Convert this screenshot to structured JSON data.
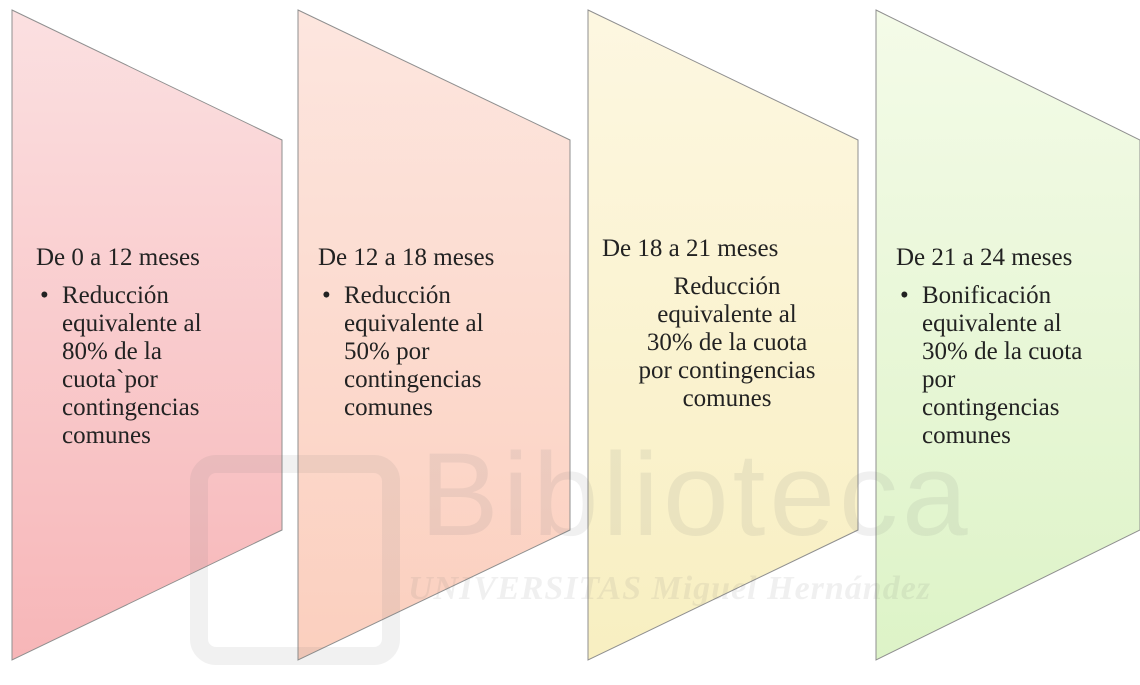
{
  "diagram": {
    "panels": [
      {
        "title": "De 0 a 12 meses",
        "bullet": true,
        "lines": [
          "Reducción",
          "equivalente al",
          "80% de la",
          "cuota`por",
          "contingencias",
          "comunes"
        ],
        "color_top": "#fbe0e1",
        "color_bottom": "#f7b6b8",
        "border": "#8f8f8f"
      },
      {
        "title": "De 12 a 18 meses",
        "bullet": true,
        "lines": [
          "Reducción",
          "equivalente al",
          "50% por",
          "contingencias",
          "comunes"
        ],
        "color_top": "#fde6df",
        "color_bottom": "#fbcfbe",
        "border": "#8f8f8f"
      },
      {
        "title": "De 18 a 21 meses",
        "bullet": false,
        "lines": [
          "Reducción",
          "equivalente al",
          "30% de la cuota",
          "por contingencias",
          "comunes"
        ],
        "color_top": "#fdf7e1",
        "color_bottom": "#f8efc1",
        "border": "#8f8f8f"
      },
      {
        "title": "De 21 a 24 meses",
        "bullet": true,
        "lines": [
          "Bonificación",
          "equivalente al",
          "30% de la cuota",
          "por",
          "contingencias",
          "comunes"
        ],
        "color_top": "#f4fbe8",
        "color_bottom": "#ddf3c7",
        "border": "#8f8f8f"
      }
    ],
    "bullet_char": "•"
  },
  "watermark": {
    "title": "Biblioteca",
    "subtitle": "UNIVERSITAS Miguel Hernández"
  }
}
